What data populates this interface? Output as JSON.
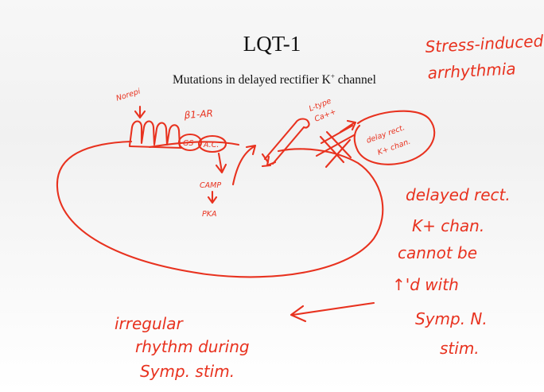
{
  "slide": {
    "title": "LQT-1",
    "subtitle_main": "Mutations in delayed rectifier K",
    "subtitle_sup": "+",
    "subtitle_tail": " channel"
  },
  "annotations": {
    "top_right_line1": "Stress-induced",
    "top_right_line2": "arrhythmia",
    "norepi": "Norepi",
    "receptor": "β1-AR",
    "gs": "GS",
    "ac": "A.C.",
    "camp": "CAMP",
    "pka": "PKA",
    "ltype_line1": "L-type",
    "ltype_line2": "Ca++",
    "delayed_line1": "delay rect.",
    "delayed_line2": "K+ chan.",
    "right_note": [
      "delayed rect.",
      "K+ chan.",
      "cannot be",
      "↑'d with",
      "Symp. N.",
      "stim."
    ],
    "bottom_note": [
      "irregular",
      "rhythm during",
      "Symp. stim."
    ]
  },
  "colors": {
    "ink": "#e8321f",
    "text": "#111111",
    "background": "#f4f4f4"
  }
}
